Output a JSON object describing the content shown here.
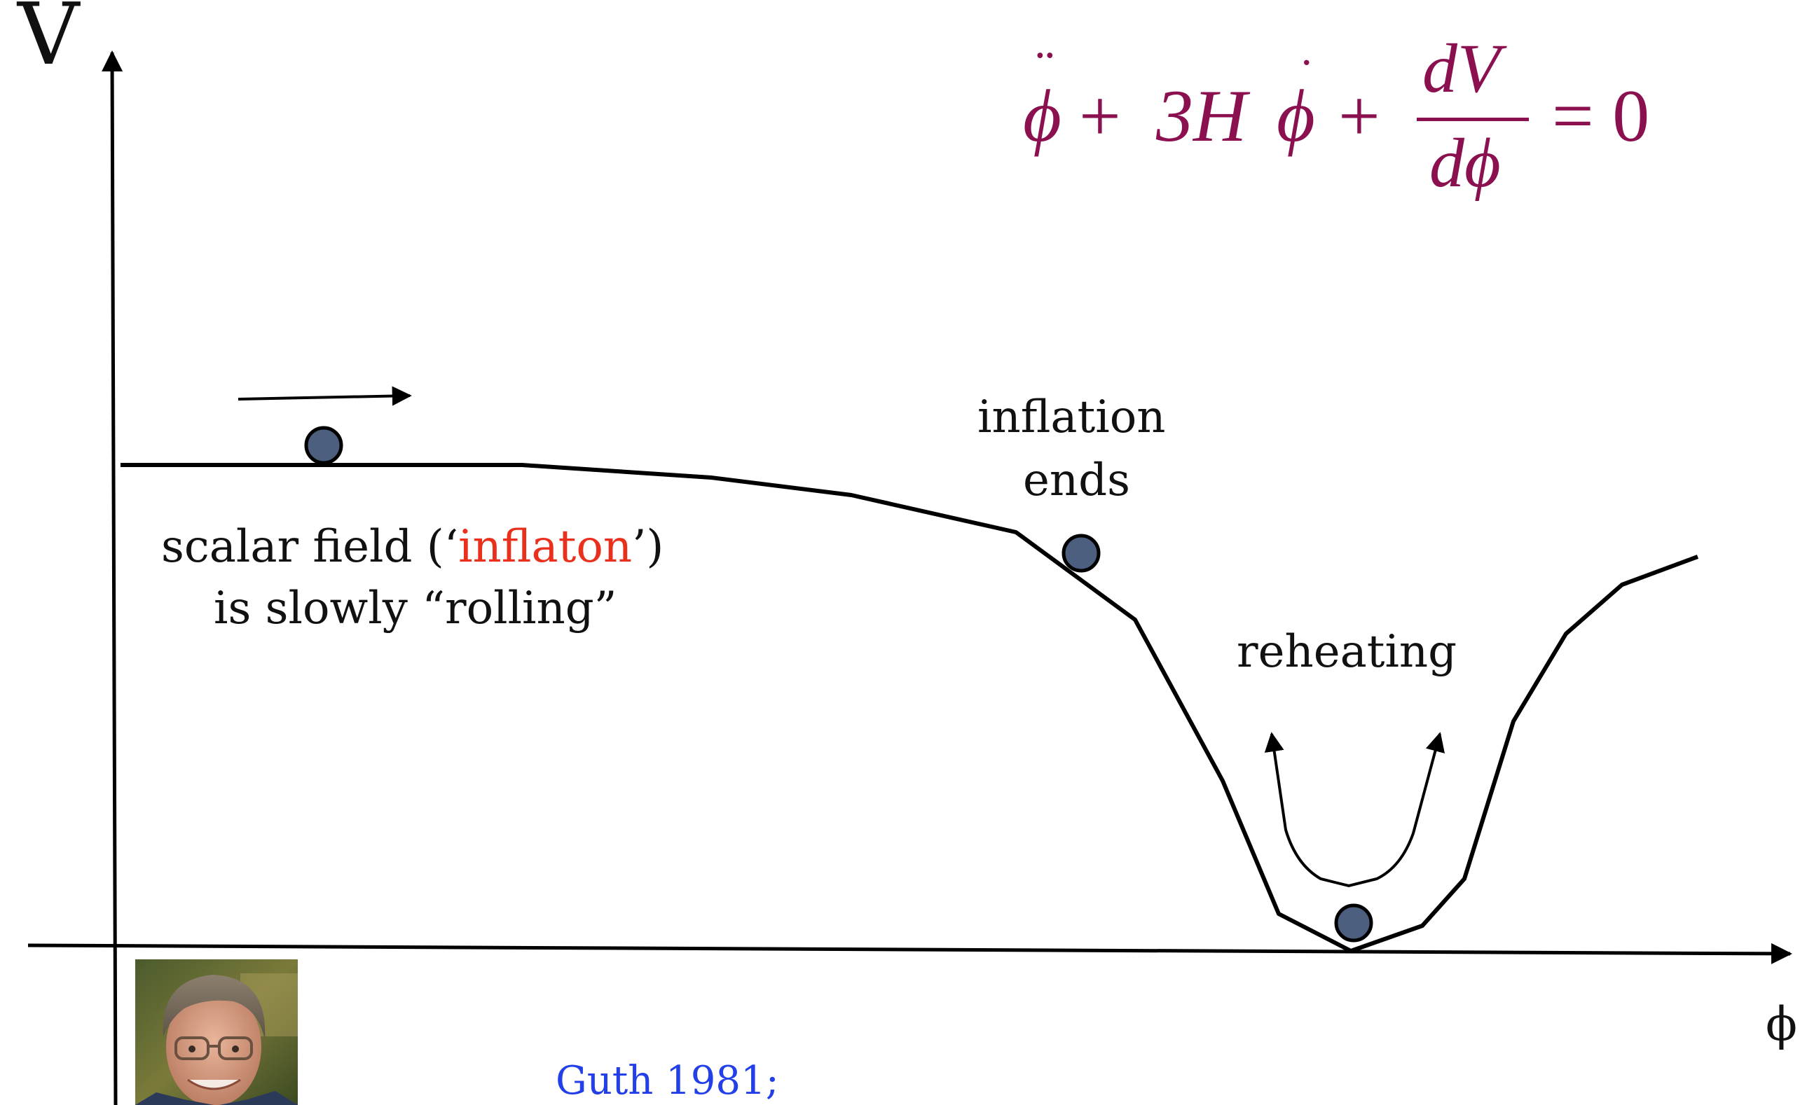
{
  "axes": {
    "y_label": "V",
    "x_label": "ϕ"
  },
  "equation": {
    "ddot_phi": "ϕ",
    "plus1": "+",
    "three_h": "3H",
    "dot_phi": "ϕ",
    "plus2": "+",
    "numerator": "dV",
    "denominator": "dϕ",
    "equals_zero": "= 0",
    "color": "#8b1050"
  },
  "labels": {
    "scalar_line1_pre": "scalar field (‘",
    "scalar_line1_highlight": "inflaton",
    "scalar_line1_post": "’)",
    "scalar_line2": "is slowly “rolling”",
    "inflation_line1": "inflation",
    "inflation_line2": "ends",
    "reheating": "reheating",
    "citation": "Guth 1981;"
  },
  "colors": {
    "highlight": "#e8301c",
    "citation": "#2340e8",
    "ball": "#4c5f7e"
  },
  "icons": {
    "ball": "ball-icon",
    "arrow": "arrow-icon"
  }
}
